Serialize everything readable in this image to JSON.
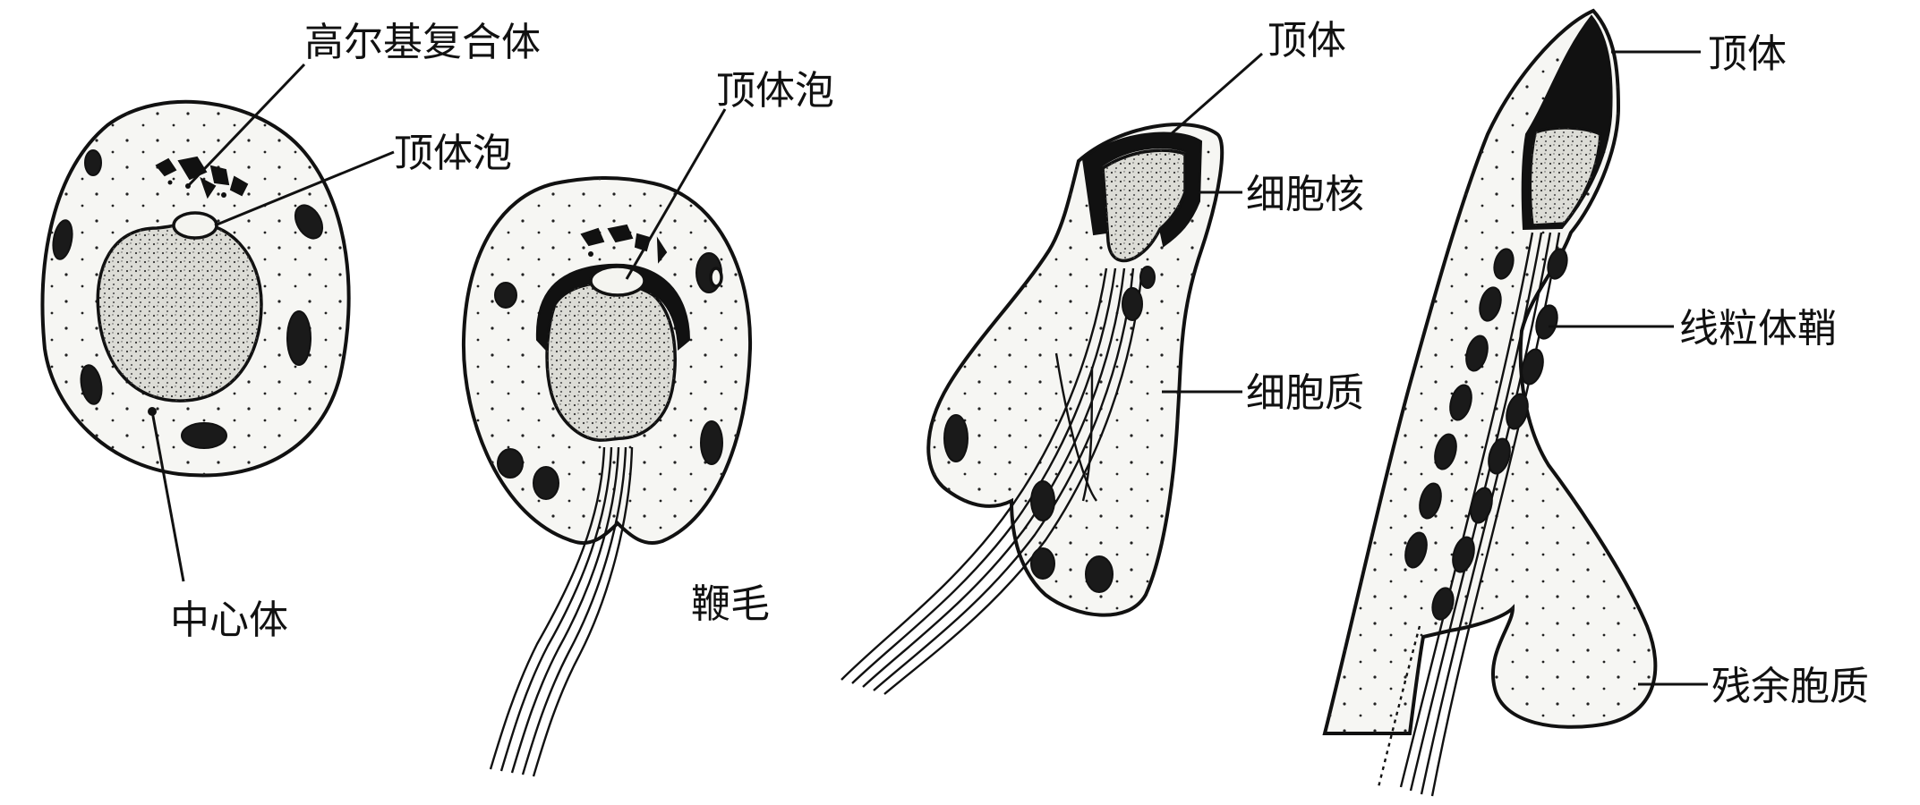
{
  "diagram": {
    "stage1": {
      "golgi_label": "高尔基复合体",
      "acrosomal_vesicle_label": "顶体泡",
      "centriole_label": "中心体"
    },
    "stage2": {
      "acrosomal_vesicle_label": "顶体泡",
      "flagellum_label": "鞭毛"
    },
    "stage3": {
      "acrosome_label": "顶体",
      "nucleus_label": "细胞核",
      "cytoplasm_label": "细胞质"
    },
    "stage4": {
      "acrosome_label": "顶体",
      "mitochondrial_sheath_label": "线粒体鞘",
      "residual_cytoplasm_label": "残余胞质"
    }
  }
}
